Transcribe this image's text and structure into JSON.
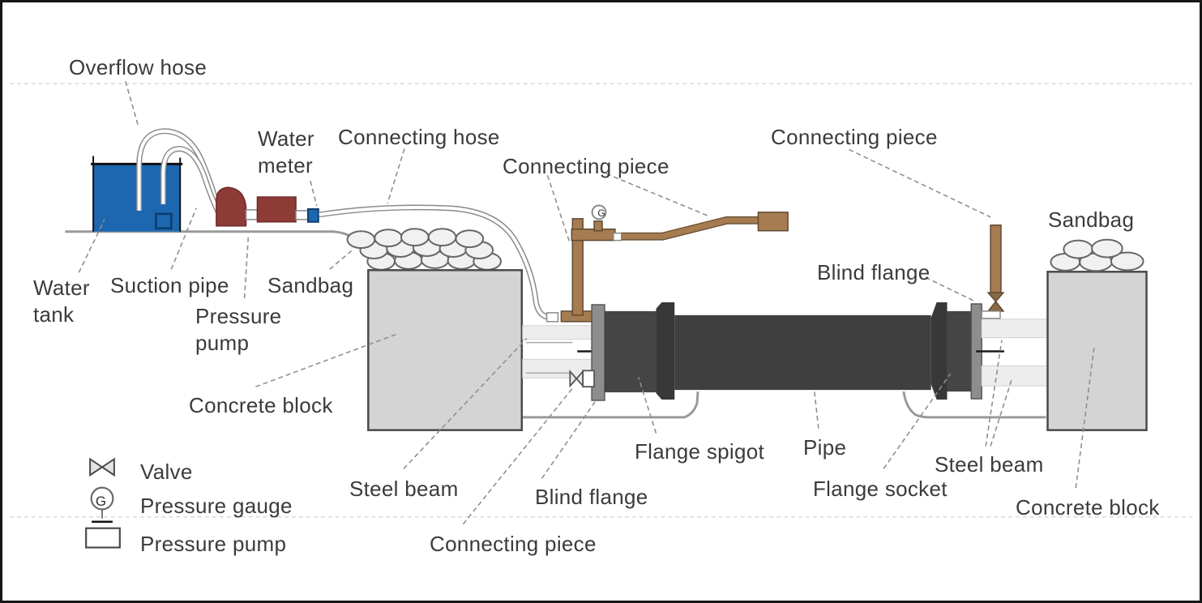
{
  "labels": {
    "overflow_hose": "Overflow hose",
    "water_meter": "Water meter",
    "connecting_hose": "Connecting hose",
    "connecting_piece_top": "Connecting piece",
    "connecting_piece_right": "Connecting piece",
    "connecting_piece_bottom": "Connecting piece",
    "water_tank": "Water tank",
    "suction_pipe": "Suction pipe",
    "pressure_pump": "Pressure pump",
    "sandbag_left": "Sandbag",
    "sandbag_right": "Sandbag",
    "concrete_block_left": "Concrete block",
    "concrete_block_right": "Concrete block",
    "steel_beam_left": "Steel beam",
    "steel_beam_right": "Steel beam",
    "blind_flange_left": "Blind flange",
    "blind_flange_right": "Blind flange",
    "flange_spigot": "Flange spigot",
    "flange_socket": "Flange socket",
    "pipe": "Pipe"
  },
  "gauge_letter": "G",
  "legend": {
    "items": [
      {
        "icon": "valve-icon",
        "label": "Valve"
      },
      {
        "icon": "pressure-gauge-icon",
        "label": "Pressure gauge"
      },
      {
        "icon": "pressure-pump-icon",
        "label": "Pressure pump"
      }
    ]
  },
  "colors": {
    "water_blue": "#1C67B0",
    "pump_red": "#8E3A36",
    "connector_brown": "#A67C50",
    "pipe_dark": "#3F3F3F",
    "flange_gray": "#8D8D8D",
    "steel_beam_gray": "#EDEDED",
    "concrete_gray": "#D4D4D4",
    "sandbag_fill": "#F1F1F1",
    "label_text": "#3B3B3B"
  }
}
